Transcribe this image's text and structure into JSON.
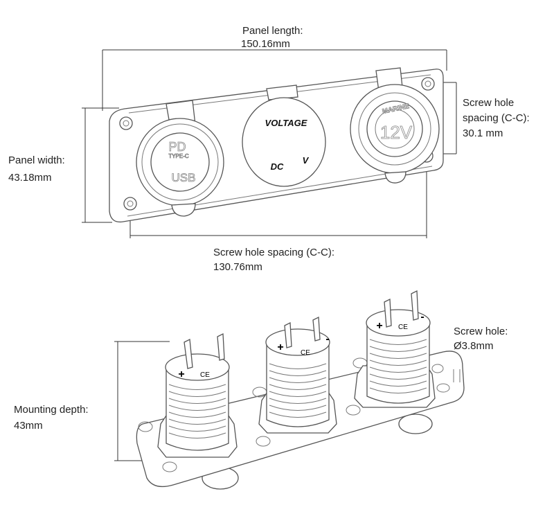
{
  "annotations": {
    "panel_length": {
      "label": "Panel length:",
      "value": "150.16mm"
    },
    "panel_width": {
      "label": "Panel width:",
      "value": "43.18mm"
    },
    "screw_spacing_long": {
      "label": "Screw hole spacing (C-C):",
      "value": "130.76mm"
    },
    "screw_spacing_short": {
      "label_line1": "Screw hole",
      "label_line2": "spacing (C-C):",
      "value": "30.1 mm"
    },
    "mounting_depth": {
      "label": "Mounting depth:",
      "value": "43mm"
    },
    "screw_hole": {
      "label": "Screw hole:",
      "value": "Ø3.8mm"
    }
  },
  "panel_markings": {
    "usb_socket": {
      "logo": "PD",
      "sub": "TYPE-C",
      "name": "USB"
    },
    "voltmeter": {
      "title": "VOLTAGE",
      "left": "DC",
      "right": "V"
    },
    "power_socket": {
      "brand": "MARINE",
      "rating": "12V"
    }
  },
  "terminal_markings": {
    "plus": "+",
    "minus": "-",
    "ce": "CE"
  }
}
